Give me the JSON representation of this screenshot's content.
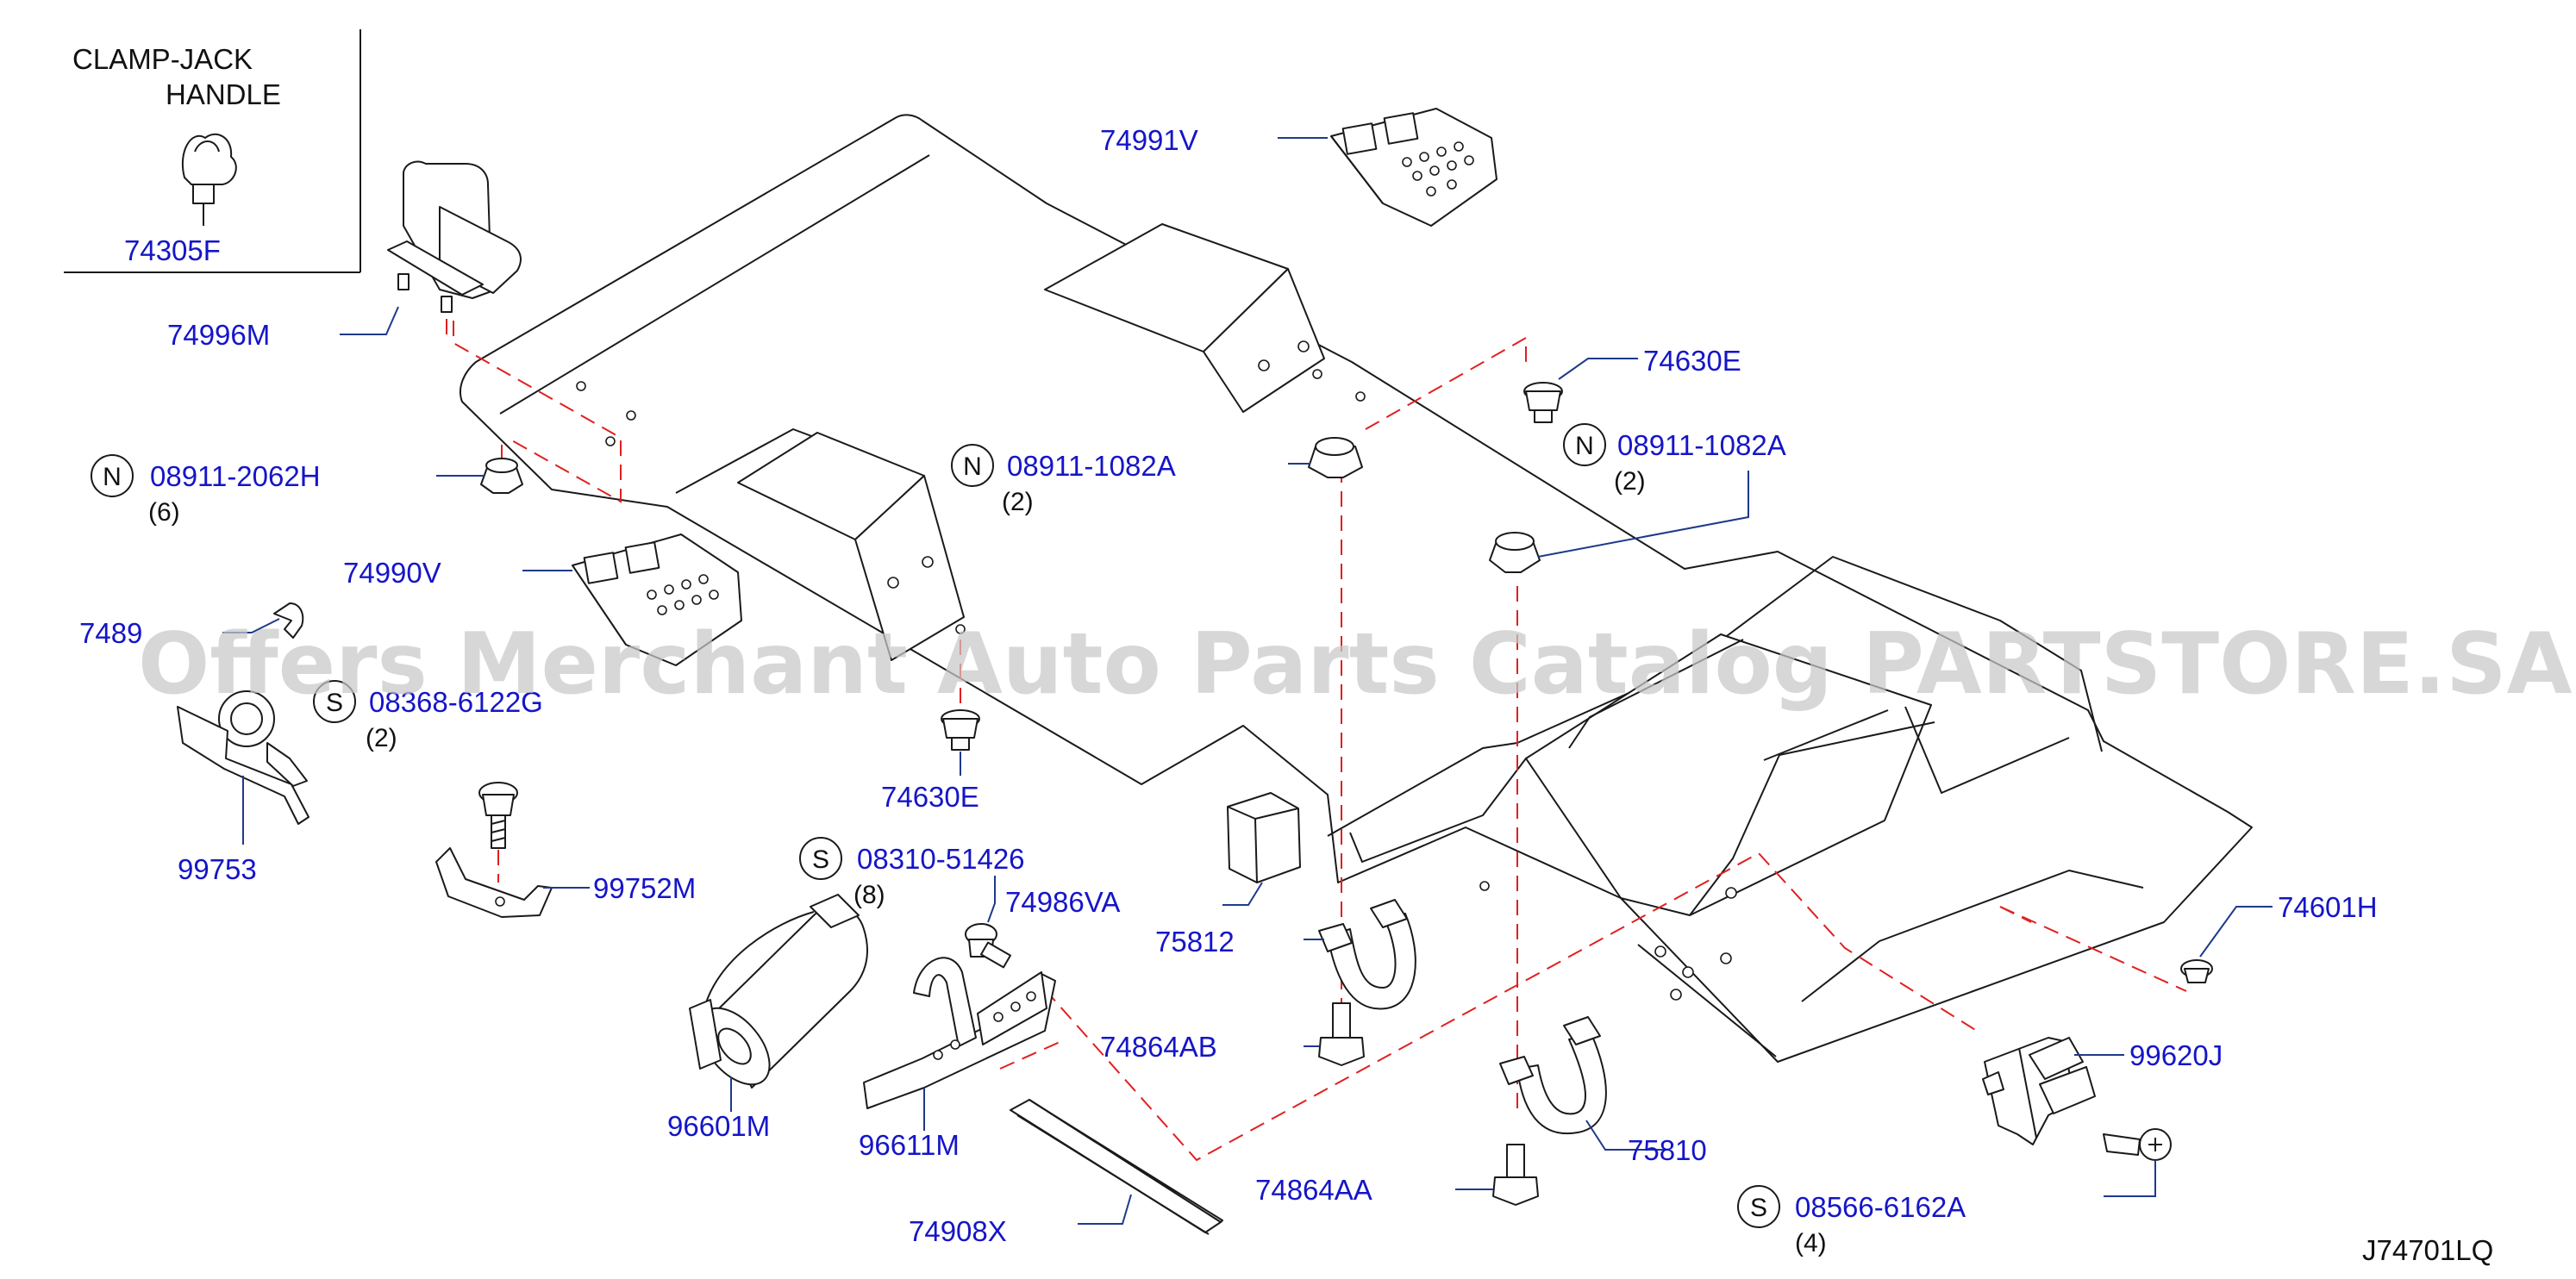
{
  "inset": {
    "title_line1": "CLAMP-JACK",
    "title_line2": "HANDLE",
    "part": "74305F"
  },
  "labels": {
    "p74996M": "74996M",
    "p74991V": "74991V",
    "p74630E_top": "74630E",
    "p74990V": "74990V",
    "p7489_partial": "7489",
    "p99753": "99753",
    "p99752M": "99752M",
    "p74630E_mid": "74630E",
    "p74986VA": "74986VA",
    "p75812": "75812",
    "p74864AB": "74864AB",
    "p96601M": "96601M",
    "p96611M": "96611M",
    "p74864AA": "74864AA",
    "p74908X": "74908X",
    "p75810": "75810",
    "p74601H": "74601H",
    "p99620J": "99620J"
  },
  "fasteners": {
    "n_2062": {
      "symbol": "N",
      "part": "08911-2062H",
      "qty": "(6)"
    },
    "n_1082_left": {
      "symbol": "N",
      "part": "08911-1082A",
      "qty": "(2)"
    },
    "n_1082_right": {
      "symbol": "N",
      "part": "08911-1082A",
      "qty": "(2)"
    },
    "s_6122": {
      "symbol": "S",
      "part": "08368-6122G",
      "qty": "(2)"
    },
    "s_51426": {
      "symbol": "S",
      "part": "08310-51426",
      "qty": "(8)"
    },
    "s_6162": {
      "symbol": "S",
      "part": "08566-6162A",
      "qty": "(4)"
    }
  },
  "watermark": "Offers Merchant Auto Parts Catalog PARTSTORE.SA",
  "diagram_code": "J74701LQ",
  "colors": {
    "label": "#1515c8",
    "leader": "#1e3a8a",
    "dashed": "#e02020",
    "line": "#1a1a1a",
    "watermark": "#c8c8c8"
  }
}
